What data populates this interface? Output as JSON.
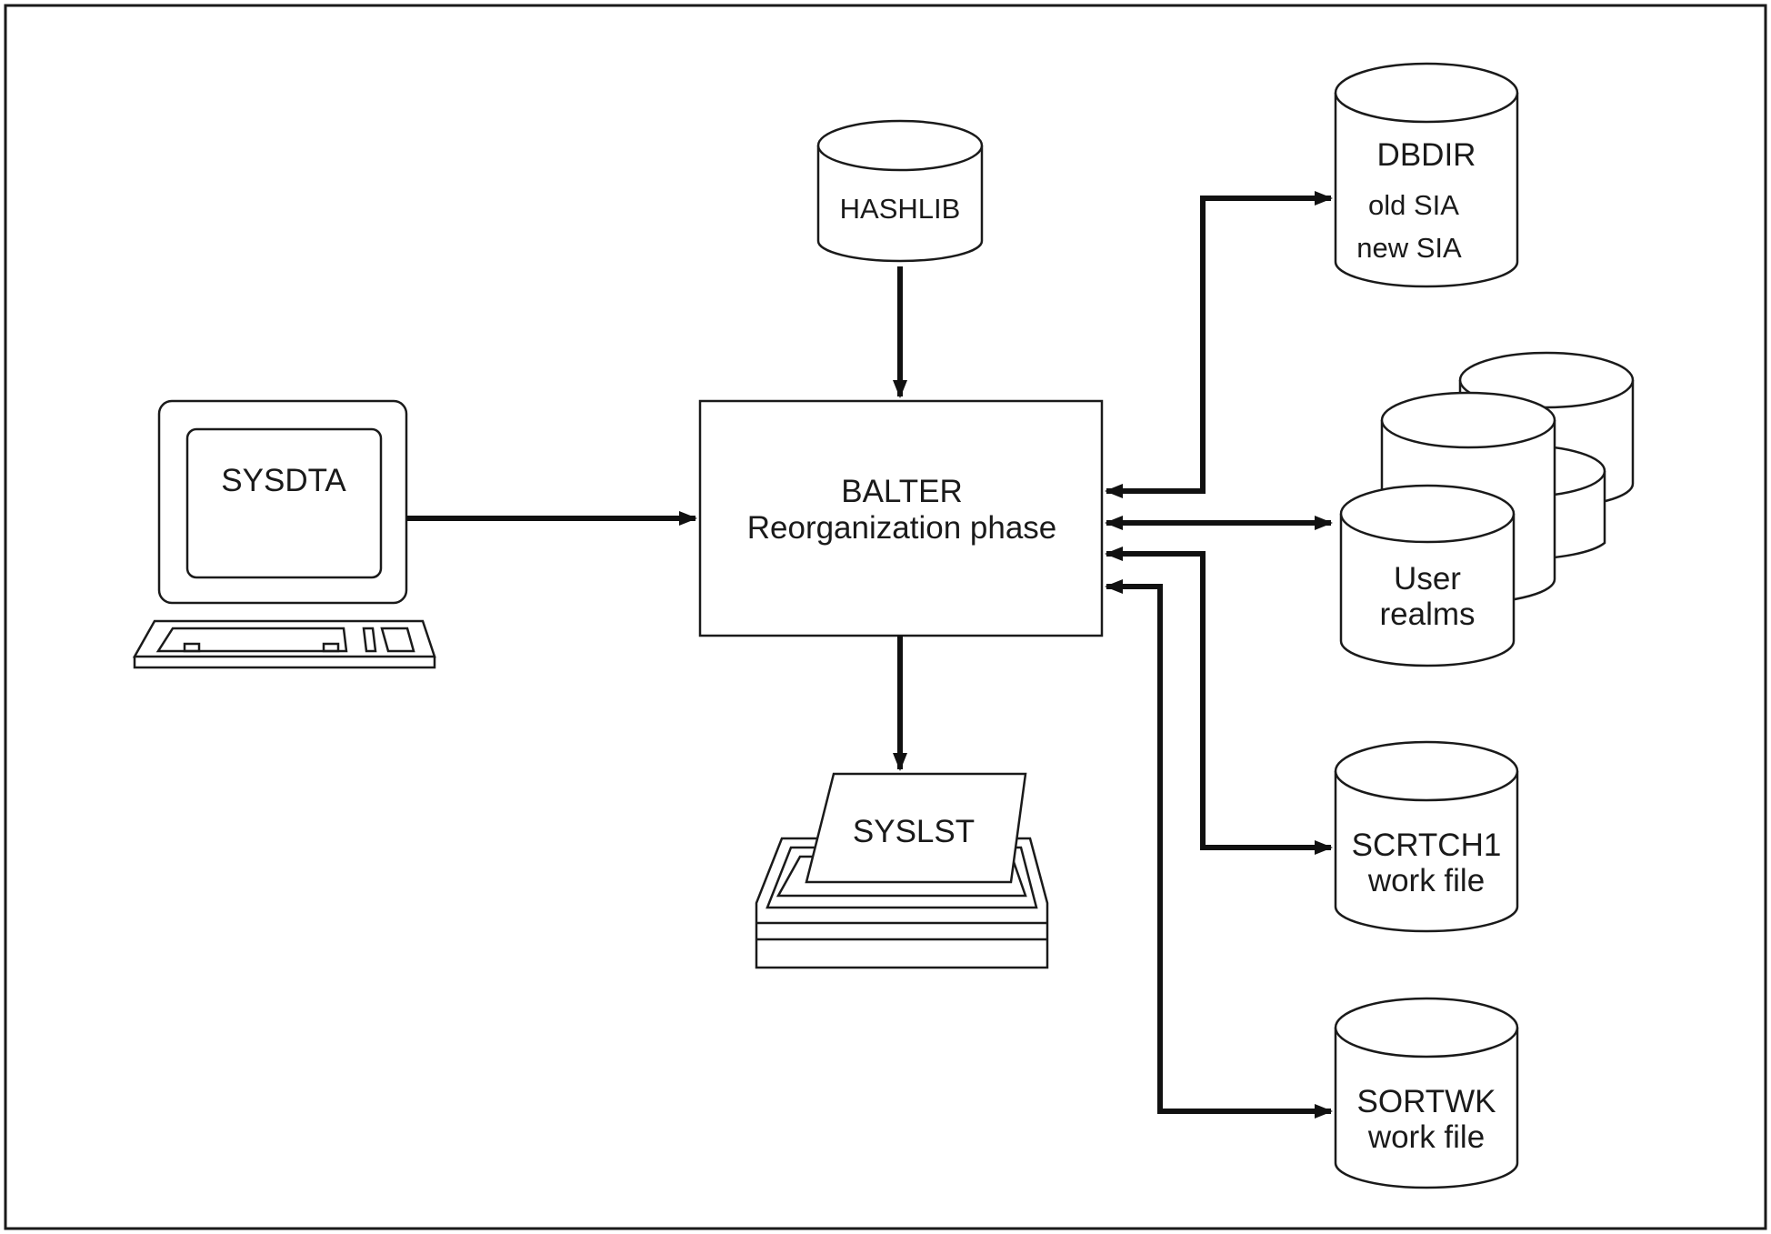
{
  "center": {
    "line1": "BALTER",
    "line2": "Reorganization phase"
  },
  "terminal": {
    "label": "SYSDTA"
  },
  "printer": {
    "label": "SYSLST"
  },
  "hashlib": {
    "label": "HASHLIB"
  },
  "dbdir": {
    "line1": "DBDIR",
    "line2": "old SIA",
    "line3": "new SIA"
  },
  "user_realms": {
    "line1": "User",
    "line2": "realms"
  },
  "scrtch1": {
    "line1": "SCRTCH1",
    "line2": "work file"
  },
  "sortwk": {
    "line1": "SORTWK",
    "line2": "work file"
  }
}
